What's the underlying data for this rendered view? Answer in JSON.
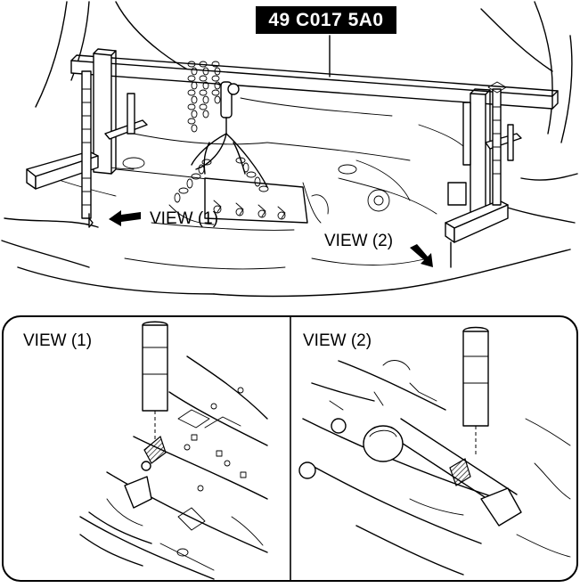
{
  "tool_label": "49 C017 5A0",
  "callouts": {
    "view1_main": "VIEW (1)",
    "view2_main": "VIEW (2)"
  },
  "panels": {
    "view1_title": "VIEW (1)",
    "view2_title": "VIEW (2)"
  }
}
